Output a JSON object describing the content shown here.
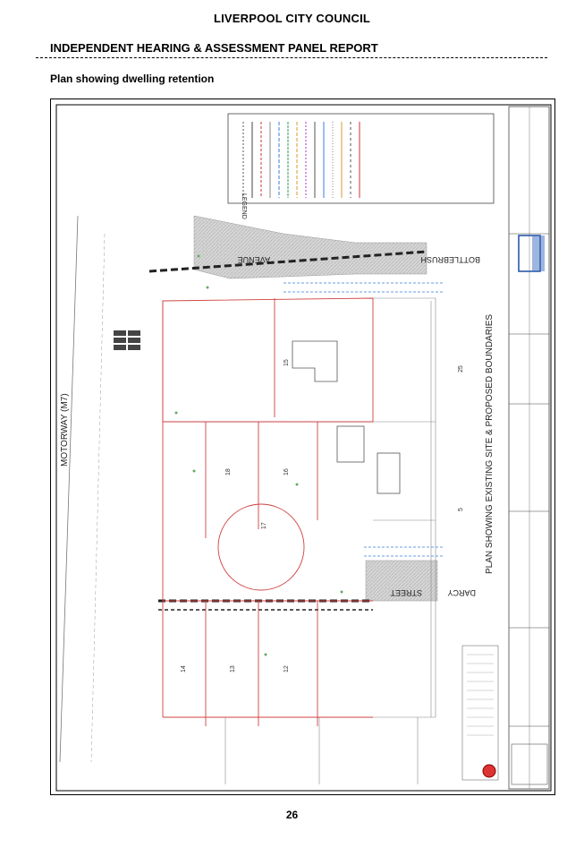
{
  "header": {
    "council": "LIVERPOOL CITY COUNCIL",
    "report_title": "INDEPENDENT HEARING & ASSESSMENT PANEL REPORT"
  },
  "caption": "Plan showing dwelling retention",
  "plan": {
    "road_motorway": "MOTORWAY (M7)",
    "road_avenue": "AVENUE",
    "road_bottlebrush": "BOTTLEBRUSH",
    "road_street": "STREET",
    "road_darcy": "DARCY",
    "plan_title": "PLAN SHOWING EXISTING SITE & PROPOSED BOUNDARIES",
    "legend_title": "LEGEND"
  },
  "footer": {
    "page_number": "26"
  }
}
